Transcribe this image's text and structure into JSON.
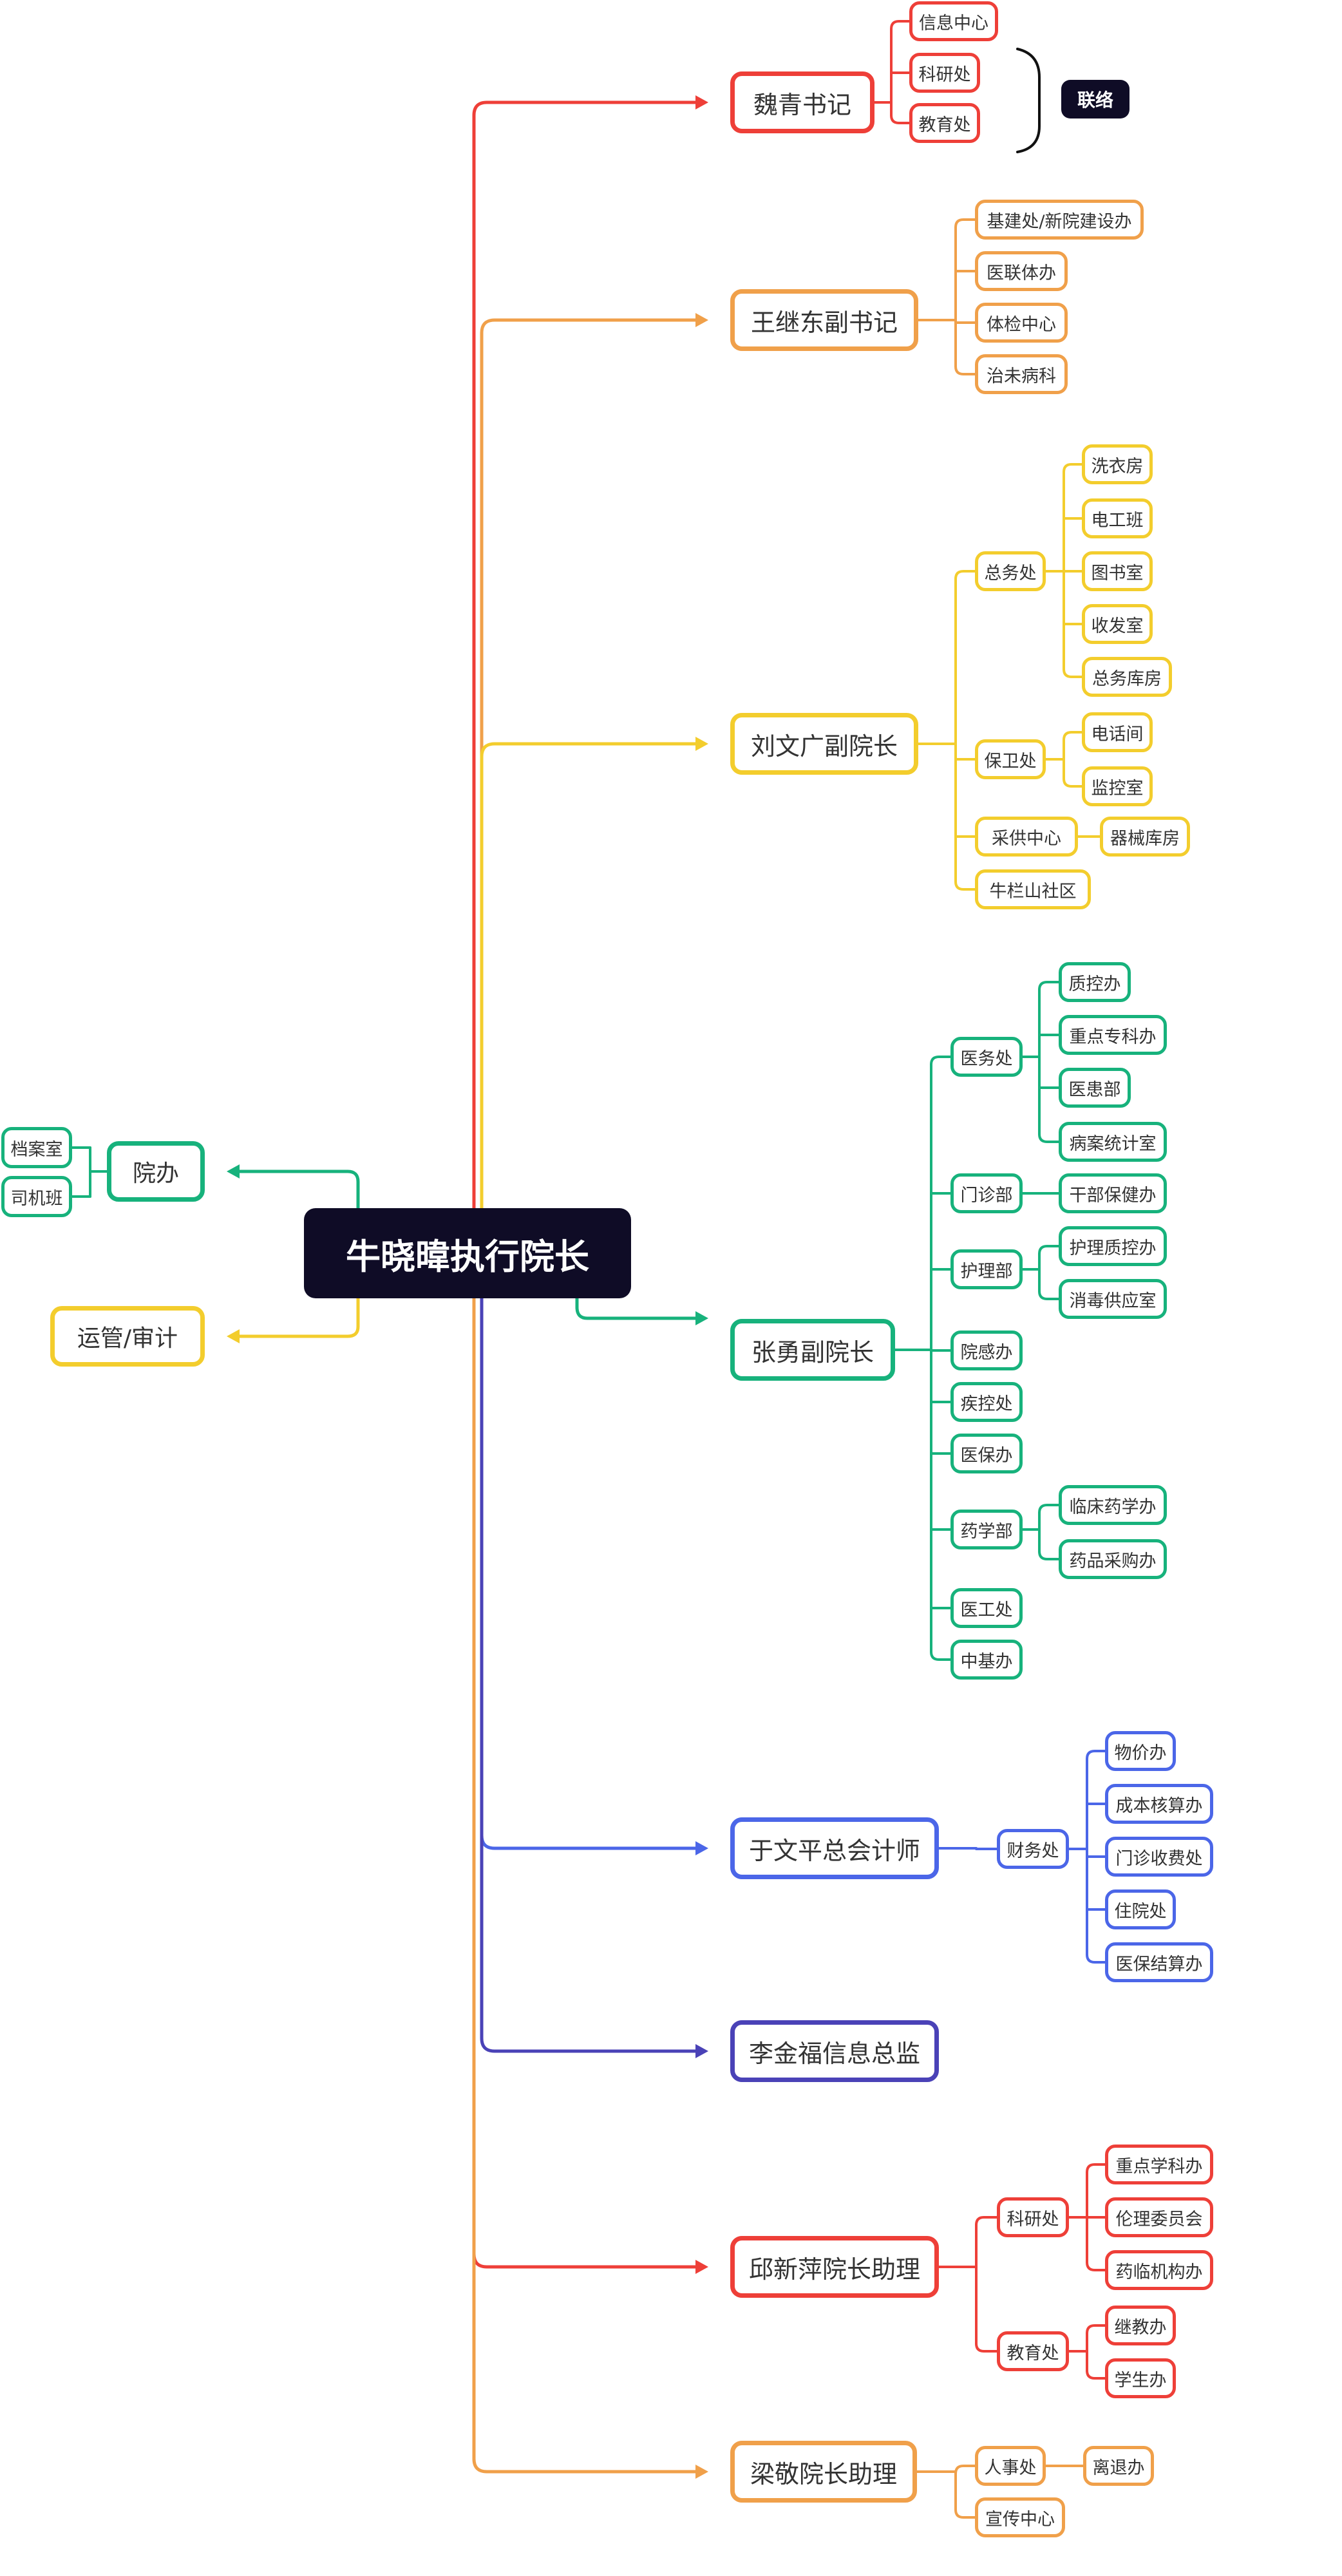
{
  "root": {
    "label": "牛晓暐执行院长"
  },
  "left": {
    "office": {
      "label": "院办",
      "children": [
        "档案室",
        "司机班"
      ]
    },
    "ops": {
      "label": "运管/审计"
    }
  },
  "colors": {
    "red": "#ee3f38",
    "orange": "#f0a04a",
    "yellow": "#f3cd2d",
    "green": "#17b27c",
    "blue": "#4b66e8",
    "indigo": "#4a42b7",
    "root_bg": "#0f0c26"
  },
  "branches": [
    {
      "label": "魏青书记",
      "color": "red",
      "children": [
        {
          "label": "信息中心"
        },
        {
          "label": "科研处"
        },
        {
          "label": "教育处"
        }
      ],
      "bracket_label": "联络"
    },
    {
      "label": "王继东副书记",
      "color": "orange",
      "children": [
        {
          "label": "基建处/新院建设办"
        },
        {
          "label": "医联体办"
        },
        {
          "label": "体检中心"
        },
        {
          "label": "治未病科"
        }
      ]
    },
    {
      "label": "刘文广副院长",
      "color": "yellow",
      "children": [
        {
          "label": "总务处",
          "children": [
            "洗衣房",
            "电工班",
            "图书室",
            "收发室",
            "总务库房"
          ]
        },
        {
          "label": "保卫处",
          "children": [
            "电话间",
            "监控室"
          ]
        },
        {
          "label": "采供中心",
          "children": [
            "器械库房"
          ]
        },
        {
          "label": "牛栏山社区"
        }
      ]
    },
    {
      "label": "张勇副院长",
      "color": "green",
      "children": [
        {
          "label": "医务处",
          "children": [
            "质控办",
            "重点专科办",
            "医患部",
            "病案统计室"
          ]
        },
        {
          "label": "门诊部",
          "children": [
            "干部保健办"
          ]
        },
        {
          "label": "护理部",
          "children": [
            "护理质控办",
            "消毒供应室"
          ]
        },
        {
          "label": "院感办"
        },
        {
          "label": "疾控处"
        },
        {
          "label": "医保办"
        },
        {
          "label": "药学部",
          "children": [
            "临床药学办",
            "药品采购办"
          ]
        },
        {
          "label": "医工处"
        },
        {
          "label": "中基办"
        }
      ]
    },
    {
      "label": "于文平总会计师",
      "color": "blue",
      "children": [
        {
          "label": "财务处",
          "children": [
            "物价办",
            "成本核算办",
            "门诊收费处",
            "住院处",
            "医保结算办"
          ]
        }
      ]
    },
    {
      "label": "李金福信息总监",
      "color": "indigo",
      "children": []
    },
    {
      "label": "邱新萍院长助理",
      "color": "red",
      "children": [
        {
          "label": "科研处",
          "children": [
            "重点学科办",
            "伦理委员会",
            "药临机构办"
          ]
        },
        {
          "label": "教育处",
          "children": [
            "继教办",
            "学生办"
          ]
        }
      ]
    },
    {
      "label": "梁敬院长助理",
      "color": "orange",
      "children": [
        {
          "label": "人事处",
          "children": [
            "离退办"
          ]
        },
        {
          "label": "宣传中心"
        }
      ]
    }
  ]
}
